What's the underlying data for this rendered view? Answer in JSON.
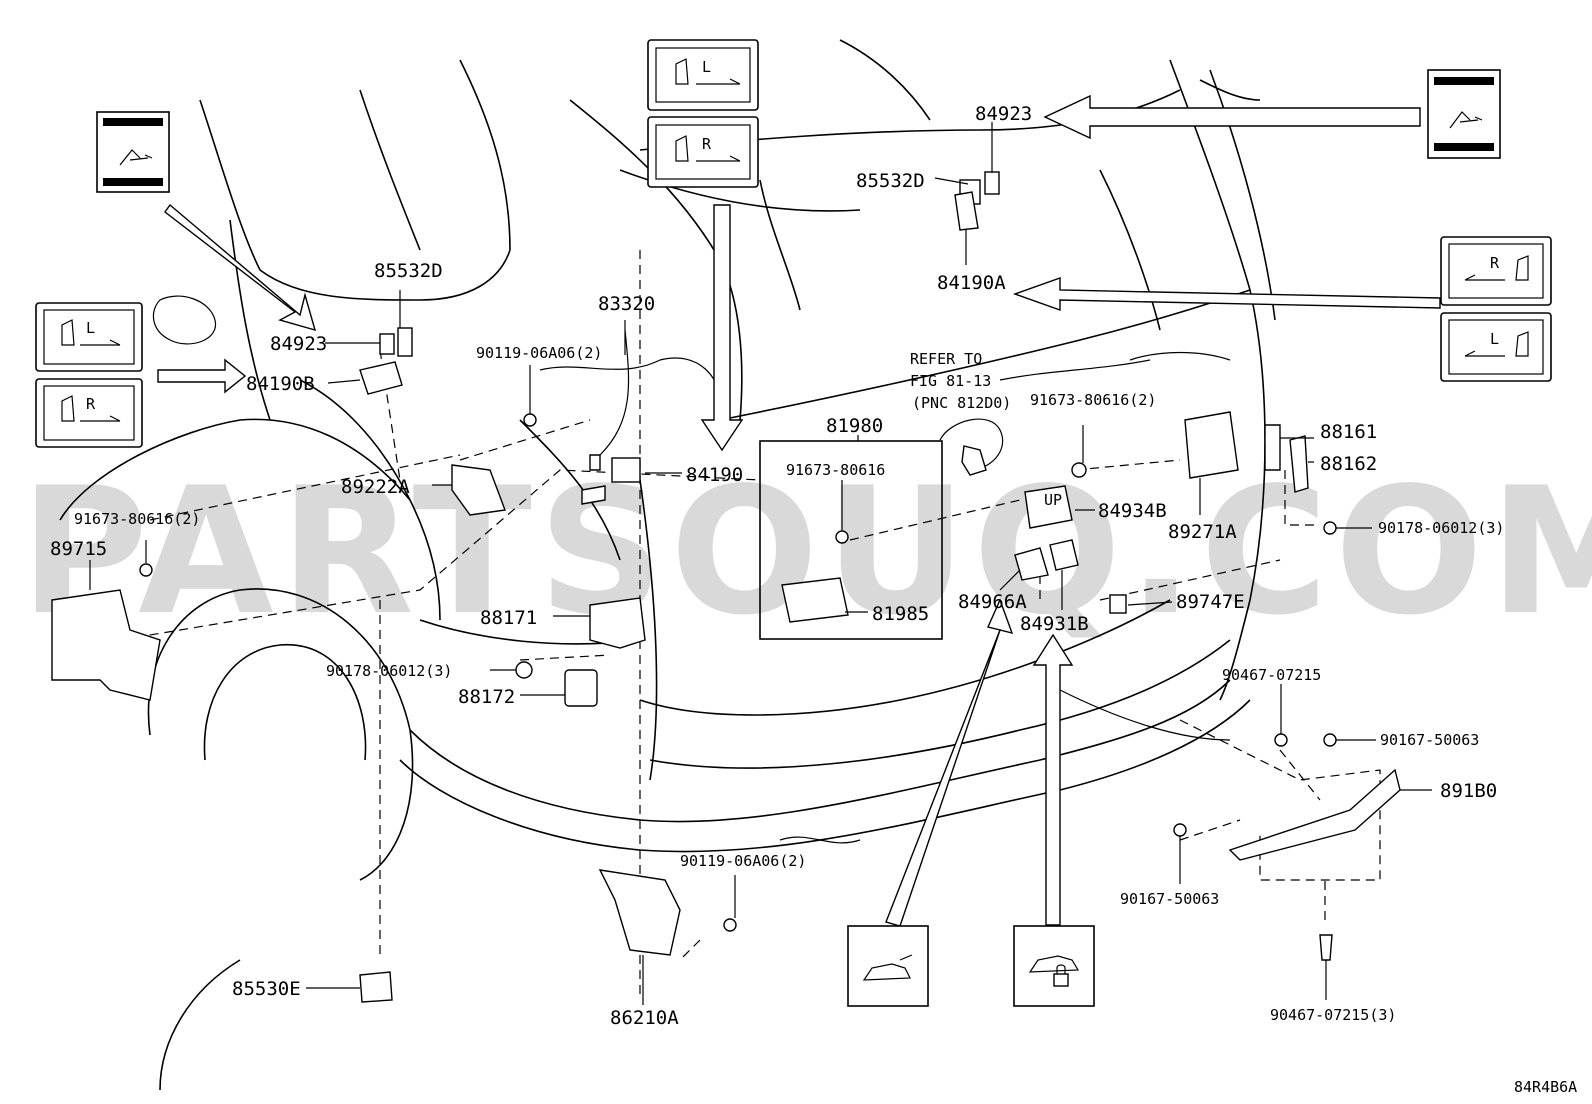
{
  "watermark": "PARTSOUQ.COM",
  "figure_code": "84R4B6A",
  "refer_note": {
    "line1": "REFER TO",
    "line2": "FIG 81-13",
    "line3": "(PNC 812D0)"
  },
  "icons": {
    "seat_l": "L",
    "seat_r": "R",
    "switch_up": "UP"
  },
  "labels": {
    "p84923_top": "84923",
    "p85532D_top": "85532D",
    "p84190A": "84190A",
    "p85532D_left": "85532D",
    "p84923_left": "84923",
    "p84190B": "84190B",
    "p83320": "83320",
    "p90119_top": "90119-06A06(2)",
    "p84190": "84190",
    "p89222A": "89222A",
    "p81980": "81980",
    "p91673_box": "91673-80616",
    "p81985": "81985",
    "p91673_left": "91673-80616(2)",
    "p89715": "89715",
    "p88171": "88171",
    "p90178_left": "90178-06012(3)",
    "p88172": "88172",
    "p91673_right": "91673-80616(2)",
    "p88161": "88161",
    "p88162": "88162",
    "p84934B": "84934B",
    "p89271A": "89271A",
    "p90178_right": "90178-06012(3)",
    "p84966A": "84966A",
    "p89747E": "89747E",
    "p84931B": "84931B",
    "p90467_top": "90467-07215",
    "p90167_right": "90167-50063",
    "p891B0": "891B0",
    "p90119_bottom": "90119-06A06(2)",
    "p90167_bottom": "90167-50063",
    "p85530E": "85530E",
    "p86210A": "86210A",
    "p90467_bottom": "90467-07215(3)"
  }
}
